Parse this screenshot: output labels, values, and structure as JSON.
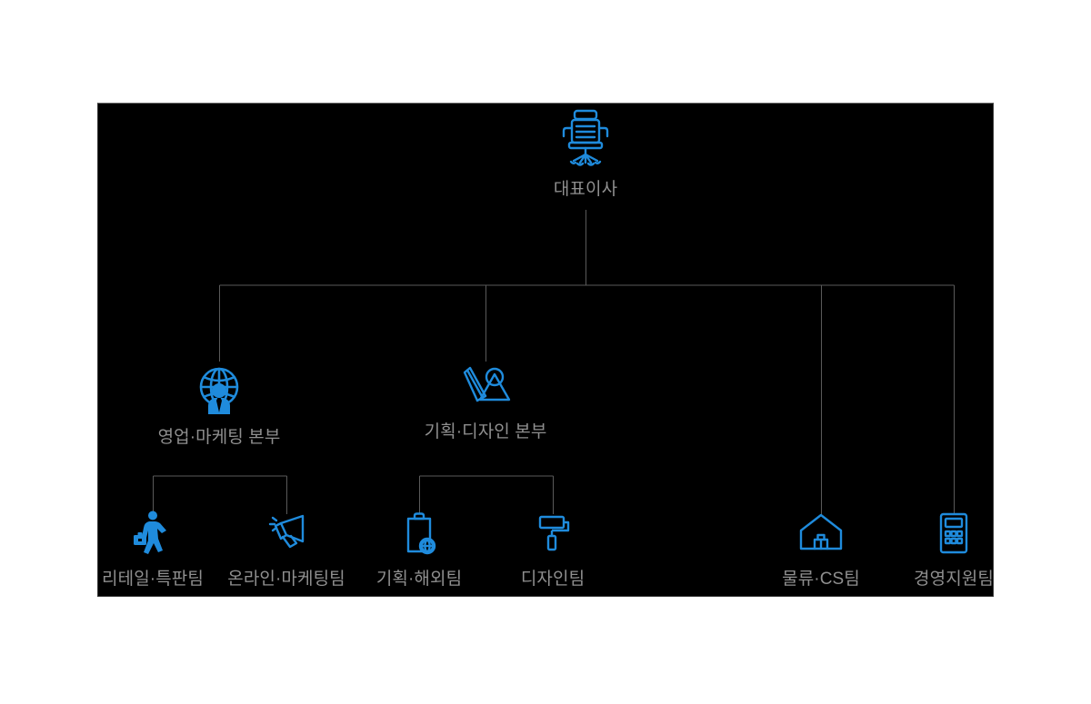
{
  "page": {
    "background_color": "#ffffff",
    "panel_background_color": "#000000",
    "panel_border_color": "#3a3a3a",
    "accent_color": "#1f8bdc",
    "label_color": "#8f8f8f",
    "connector_color": "#5a5a5a"
  },
  "chart": {
    "type": "organization-chart",
    "root": {
      "id": "ceo",
      "label": "대표이사",
      "icon": "office-chair-icon",
      "level": 0
    },
    "divisions": [
      {
        "id": "sales-marketing",
        "label": "영업·마케팅 본부",
        "icon": "globe-businessperson-icon",
        "level": 1,
        "teams": [
          {
            "id": "retail",
            "label": "리테일·특판팀",
            "icon": "walking-businessperson-icon",
            "level": 2,
            "clipped": "left"
          },
          {
            "id": "online-marketing",
            "label": "온라인·마케팅팀",
            "icon": "megaphone-icon",
            "level": 2
          }
        ]
      },
      {
        "id": "planning-design",
        "label": "기획·디자인 본부",
        "icon": "pencil-compass-icon",
        "level": 1,
        "teams": [
          {
            "id": "planning-overseas",
            "label": "기획·해외팀",
            "icon": "clipboard-globe-icon",
            "level": 2
          },
          {
            "id": "design",
            "label": "디자인팀",
            "icon": "paint-roller-icon",
            "level": 2
          }
        ]
      }
    ],
    "direct_teams": [
      {
        "id": "logistics-cs",
        "label": "물류·CS팀",
        "icon": "warehouse-icon",
        "level": 2
      },
      {
        "id": "management-support",
        "label": "경영지원팀",
        "icon": "calculator-icon",
        "level": 2,
        "clipped": "right"
      }
    ]
  }
}
